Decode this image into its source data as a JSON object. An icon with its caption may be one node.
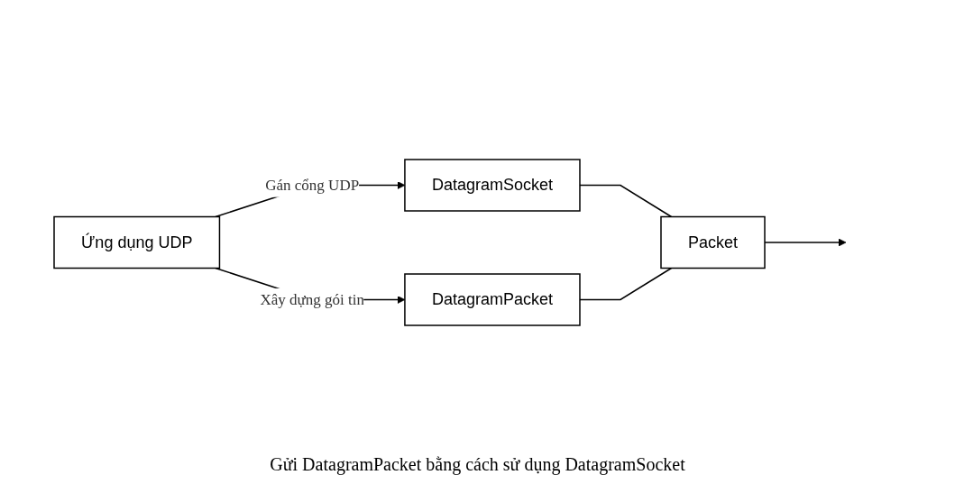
{
  "diagram": {
    "nodes": [
      {
        "text": [
          "Ứng dụng UDP"
        ]
      },
      {
        "text": [
          "DatagramSocket"
        ]
      },
      {
        "text": [
          "DatagramPacket"
        ]
      },
      {
        "text": [
          "Packet"
        ]
      }
    ],
    "edges": [
      {
        "from": 0,
        "to": 1,
        "arrow": "to",
        "label": "Gán cổng UDP"
      },
      {
        "from": 0,
        "to": 2,
        "arrow": "to",
        "label": "Xây dựng gói tin"
      },
      {
        "from": 1,
        "to": 3,
        "arrow": "none"
      },
      {
        "from": 2,
        "to": 3,
        "arrow": "none"
      },
      {
        "from": 3,
        "to": null,
        "arrow": "to"
      }
    ],
    "labels": [
      "Gửi DatagramPacket bằng cách sử dụng DatagramSocket"
    ]
  }
}
